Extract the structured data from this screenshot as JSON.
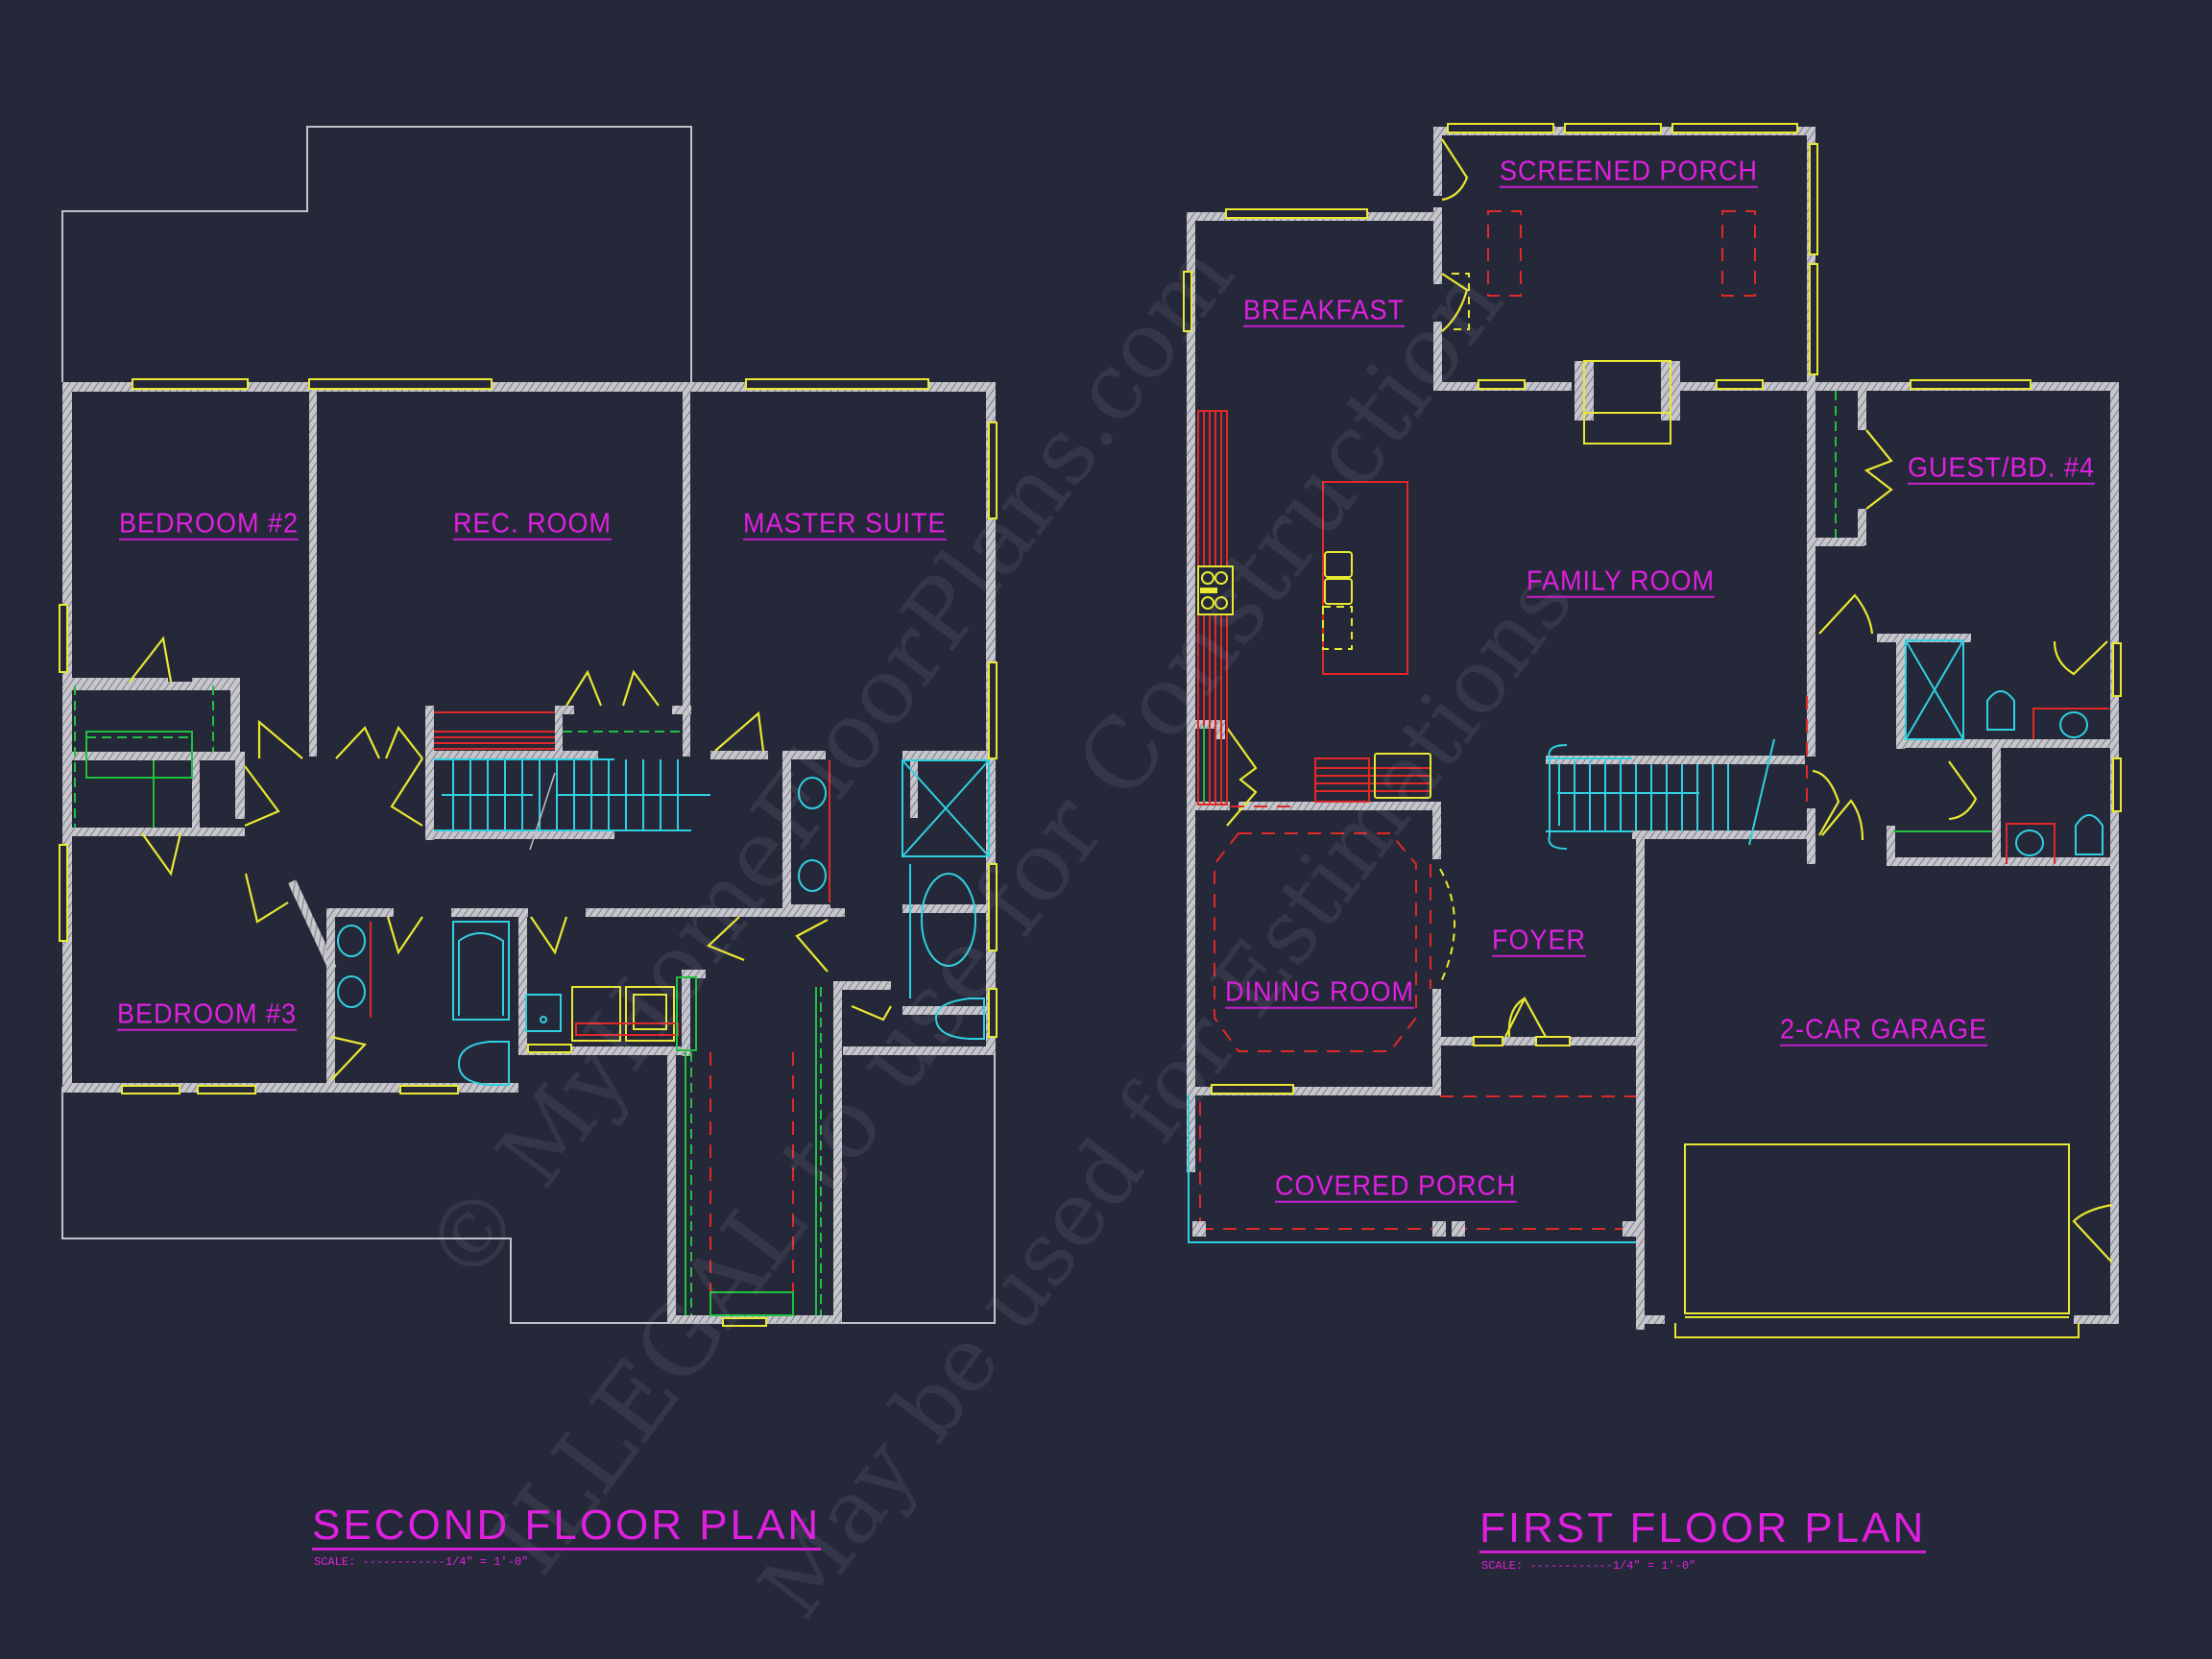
{
  "colors": {
    "background": "#252839",
    "label": "#e020e0",
    "wall": "#b9b9c0",
    "window_door": "#e8e832",
    "fixture": "#2fd0e0",
    "cabinet": "#e02828",
    "shelf": "#20c040"
  },
  "second_floor": {
    "title": "SECOND FLOOR PLAN",
    "scale": "SCALE: ------------1/4\" = 1'-0\"",
    "rooms": [
      {
        "name": "BEDROOM #2"
      },
      {
        "name": "REC. ROOM"
      },
      {
        "name": "MASTER SUITE"
      },
      {
        "name": "BEDROOM #3"
      }
    ]
  },
  "first_floor": {
    "title": "FIRST FLOOR PLAN",
    "scale": "SCALE: ------------1/4\" = 1'-0\"",
    "rooms": [
      {
        "name": "SCREENED PORCH"
      },
      {
        "name": "BREAKFAST"
      },
      {
        "name": "GUEST/BD. #4"
      },
      {
        "name": "FAMILY ROOM"
      },
      {
        "name": "FOYER"
      },
      {
        "name": "DINING ROOM"
      },
      {
        "name": "2-CAR GARAGE"
      },
      {
        "name": "COVERED PORCH"
      }
    ]
  },
  "watermark": {
    "line1": "© MyHomeFloorPlans.com",
    "line2": "ILLEGAL to use for Construction",
    "line3": "May be used for Estimations"
  }
}
